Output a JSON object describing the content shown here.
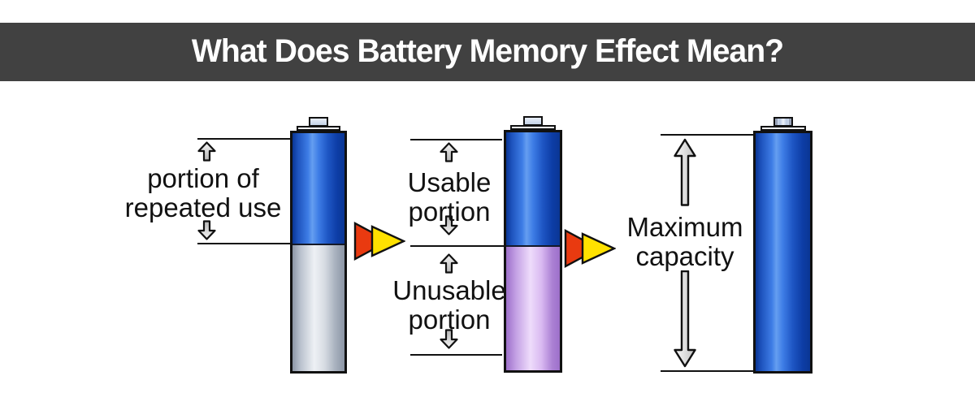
{
  "header": {
    "title": "What Does Battery Memory Effect Mean?"
  },
  "labels": {
    "repeated_use": {
      "line1": "portion of",
      "line2": "repeated use"
    },
    "usable": {
      "line1": "Usable",
      "line2": "portion"
    },
    "unusable": {
      "line1": "Unusable",
      "line2": "portion"
    },
    "maximum": {
      "line1": "Maximum",
      "line2": "capacity"
    }
  },
  "batteries": [
    {
      "id": "battery-before-use",
      "segments": [
        "portion-of-repeated-use",
        "unused-remainder"
      ]
    },
    {
      "id": "battery-memory-effect",
      "segments": [
        "usable-portion",
        "unusable-portion"
      ]
    },
    {
      "id": "battery-full-capacity",
      "segments": [
        "maximum-capacity"
      ]
    }
  ],
  "icons": {
    "up_arrow": "⇧",
    "down_arrow": "⇩",
    "double_chevron_right": "»",
    "range_arrow_up": "↑",
    "range_arrow_down": "↓"
  },
  "colors": {
    "header_bg": "#414141",
    "title_text": "#ffffff",
    "label_text": "#111111",
    "battery_blue": "#1e56c4",
    "battery_blue_light": "#659ef0",
    "battery_blue_dark": "#0a3694",
    "battery_gray": "#c3cbd6",
    "battery_purple": "#d9b9f1",
    "cap_fill": "#c4d2e6",
    "arrow_red": "#e93a10",
    "arrow_yellow": "#ffe100",
    "metal_arrow_fill": "#d9d9d9",
    "outline": "#111111"
  }
}
